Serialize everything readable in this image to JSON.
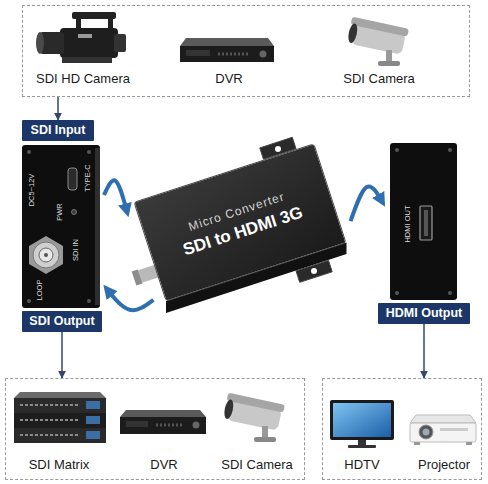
{
  "diagram": {
    "nodes": [
      {
        "text": [
          "SDI HD Camera",
          "DVR",
          "SDI Camera"
        ]
      },
      {
        "text": [
          "SDI Input"
        ]
      },
      {
        "text": [
          "DC5~12V",
          "TYPE-C",
          "PWR",
          "SDI IN",
          "LOOP"
        ]
      },
      {
        "text": [
          "SDI Output"
        ]
      },
      {
        "text": [
          "Micro Converter",
          "SDI to HDMI 3G"
        ]
      },
      {
        "text": [
          "HDMI OUT"
        ]
      },
      {
        "text": [
          "HDMI Output"
        ]
      },
      {
        "text": [
          "SDI Matrix",
          "DVR",
          "SDI Camera"
        ]
      },
      {
        "text": [
          "HDTV",
          "Projector"
        ]
      }
    ],
    "edges": [
      {
        "from": 0,
        "to": 1,
        "arrow": "to"
      },
      {
        "from": 2,
        "to": 4,
        "arrow": "to"
      },
      {
        "from": 4,
        "to": 2,
        "arrow": "to"
      },
      {
        "from": 4,
        "to": 5,
        "arrow": "to"
      },
      {
        "from": 3,
        "to": 7,
        "arrow": "to"
      },
      {
        "from": 6,
        "to": 8,
        "arrow": "to"
      }
    ]
  }
}
